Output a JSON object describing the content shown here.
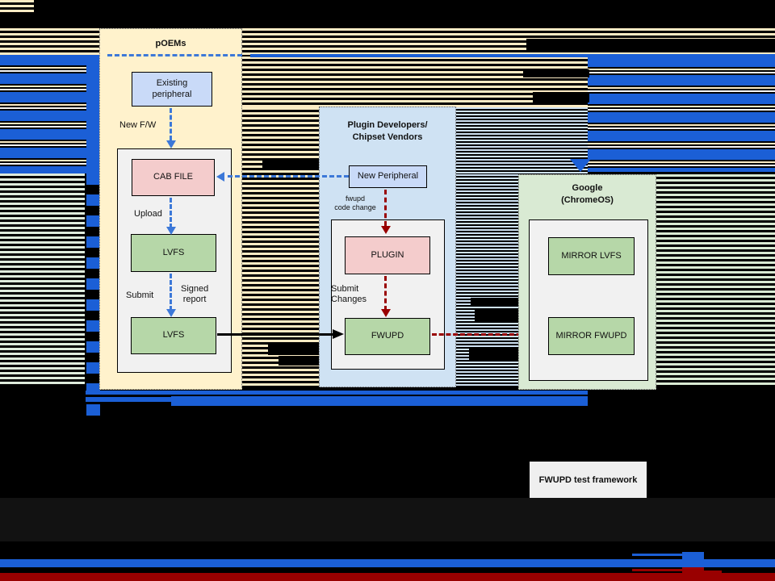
{
  "colors": {
    "accent_blue": "#1B5FD6",
    "arrow_blue": "#3C78D8",
    "arrow_red": "#990000",
    "poems_bg": "#FFF2CC",
    "plugin_group_bg": "#CFE2F3",
    "google_group_bg": "#D9EAD3",
    "peripheral_box_bg": "#C9DAF8",
    "pink_box_bg": "#F4CCCC",
    "green_box_bg": "#B6D7A8",
    "inner_box_bg": "#F1F1F1",
    "framework_box_bg": "#EFEFEF"
  },
  "poems": {
    "title": "pOEMs",
    "existing_peripheral": "Existing\nperipheral",
    "cab_file": "CAB FILE",
    "lvfs_upload": "LVFS",
    "lvfs_report": "LVFS",
    "label_new_fw": "New F/W",
    "label_upload": "Upload",
    "label_submit": "Submit",
    "label_signed_report": "Signed\nreport"
  },
  "plugin_developers": {
    "title": "Plugin Developers/\nChipset Vendors",
    "new_peripheral": "New Peripheral",
    "plugin": "PLUGIN",
    "fwupd": "FWUPD",
    "label_fwupd_code_change": "fwupd\ncode change",
    "label_submit_changes": "Submit\nChanges"
  },
  "google": {
    "title": "Google\n(ChromeOS)",
    "mirror_lvfs": "MIRROR LVFS",
    "mirror_fwupd": "MIRROR FWUPD"
  },
  "footer": {
    "test_framework": "FWUPD test framework"
  }
}
